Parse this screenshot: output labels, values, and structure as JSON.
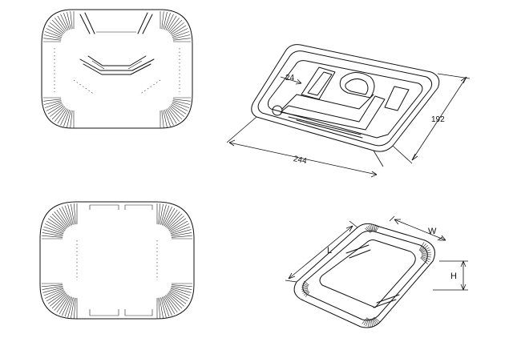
{
  "figure": {
    "dimensions": {
      "tray_a_width": "244",
      "tray_a_depth": "192",
      "tray_a_rim": "24",
      "tray_b_length": "L",
      "tray_b_width": "W",
      "tray_b_height": "H"
    }
  }
}
